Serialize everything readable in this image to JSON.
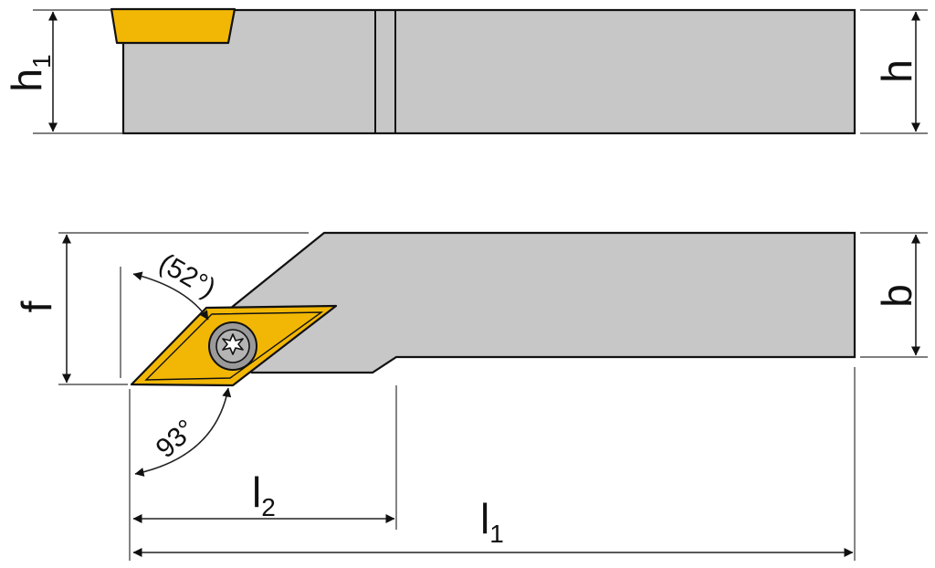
{
  "colors": {
    "tool_body": "#c7c7c7",
    "insert": "#f2b705",
    "outline": "#111111",
    "screw": "#9a9a9a"
  },
  "icons": {
    "screw": "torx-screw-icon"
  },
  "labels": {
    "h1": {
      "main": "h",
      "sub": "1"
    },
    "h": "h",
    "f": "f",
    "b": "b",
    "l2": {
      "main": "l",
      "sub": "2"
    },
    "l1": {
      "main": "l",
      "sub": "1"
    },
    "angle_approach": "(52°)",
    "angle_cut": "93°"
  }
}
